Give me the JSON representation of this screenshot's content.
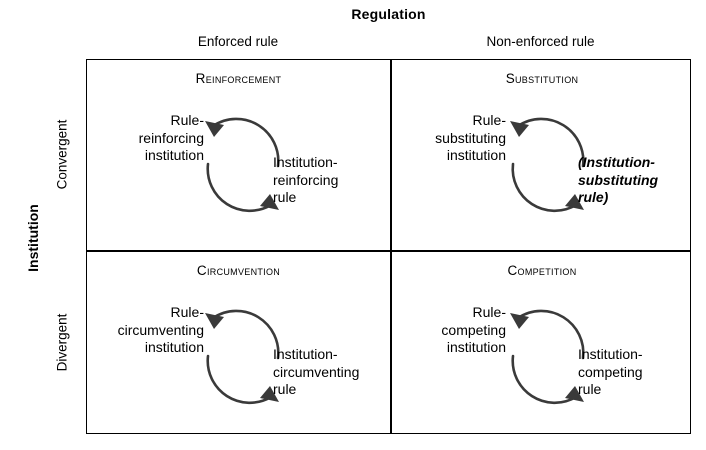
{
  "axes": {
    "top_title": "Regulation",
    "left_title": "Institution",
    "columns": [
      {
        "label": "Enforced rule"
      },
      {
        "label": "Non-enforced rule"
      }
    ],
    "rows": [
      {
        "label": "Convergent"
      },
      {
        "label": "Divergent"
      }
    ]
  },
  "quadrants": [
    {
      "id": "reinforcement",
      "title": "Reinforcement",
      "left_node": "Rule-\nreinforcing\ninstitution",
      "right_node": "Institution-\nreinforcing\nrule",
      "right_node_italic": false
    },
    {
      "id": "substitution",
      "title": "Substitution",
      "left_node": "Rule-\nsubstituting\ninstitution",
      "right_node": "(Institution-\nsubstituting\nrule)",
      "right_node_italic": true
    },
    {
      "id": "circumvention",
      "title": "Circumvention",
      "left_node": "Rule-\ncircumventing\ninstitution",
      "right_node": "Institution-\ncircumventing\nrule",
      "right_node_italic": false
    },
    {
      "id": "competition",
      "title": "Competition",
      "left_node": "Rule-\ncompeting\ninstitution",
      "right_node": "Institution-\ncompeting\nrule",
      "right_node_italic": false
    }
  ],
  "colors": {
    "border": "#000000",
    "arrow": "#3a3a3a",
    "text": "#000000",
    "background": "#ffffff"
  }
}
